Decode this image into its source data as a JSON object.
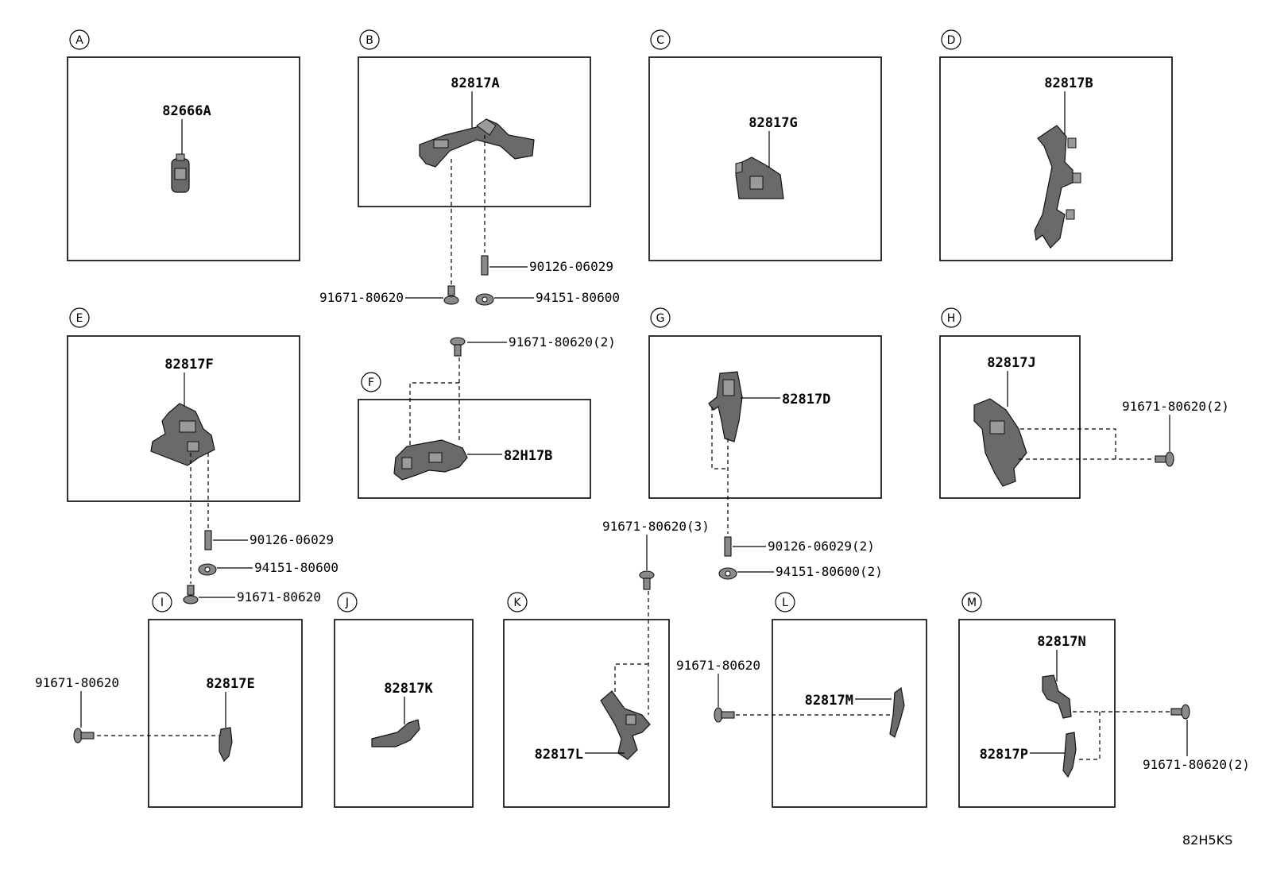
{
  "sections": [
    {
      "letter": "A",
      "parts": [
        "82666A"
      ]
    },
    {
      "letter": "B",
      "parts": [
        "82817A"
      ]
    },
    {
      "letter": "C",
      "parts": [
        "82817G"
      ]
    },
    {
      "letter": "D",
      "parts": [
        "82817B"
      ]
    },
    {
      "letter": "E",
      "parts": [
        "82817F"
      ]
    },
    {
      "letter": "F",
      "parts": [
        "82H17B"
      ]
    },
    {
      "letter": "G",
      "parts": [
        "82817D"
      ]
    },
    {
      "letter": "H",
      "parts": [
        "82817J"
      ]
    },
    {
      "letter": "I",
      "parts": [
        "82817E"
      ]
    },
    {
      "letter": "J",
      "parts": [
        "82817K"
      ]
    },
    {
      "letter": "K",
      "parts": [
        "82817L"
      ]
    },
    {
      "letter": "L",
      "parts": [
        "82817M"
      ]
    },
    {
      "letter": "M",
      "parts": [
        "82817N",
        "82817P"
      ]
    }
  ],
  "fasteners": {
    "b_stud": "90126-06029",
    "b_bolt": "91671-80620",
    "b_nut": "94151-80600",
    "f_bolt": "91671-80620(2)",
    "e_stud": "90126-06029",
    "e_nut": "94151-80600",
    "e_bolt": "91671-80620",
    "h_bolt": "91671-80620(2)",
    "g_stud": "90126-06029(2)",
    "g_nut": "94151-80600(2)",
    "k_bolt": "91671-80620(3)",
    "i_bolt": "91671-80620",
    "l_bolt": "91671-80620",
    "m_bolt": "91671-80620(2)"
  },
  "diagram_code": "82H5KS"
}
